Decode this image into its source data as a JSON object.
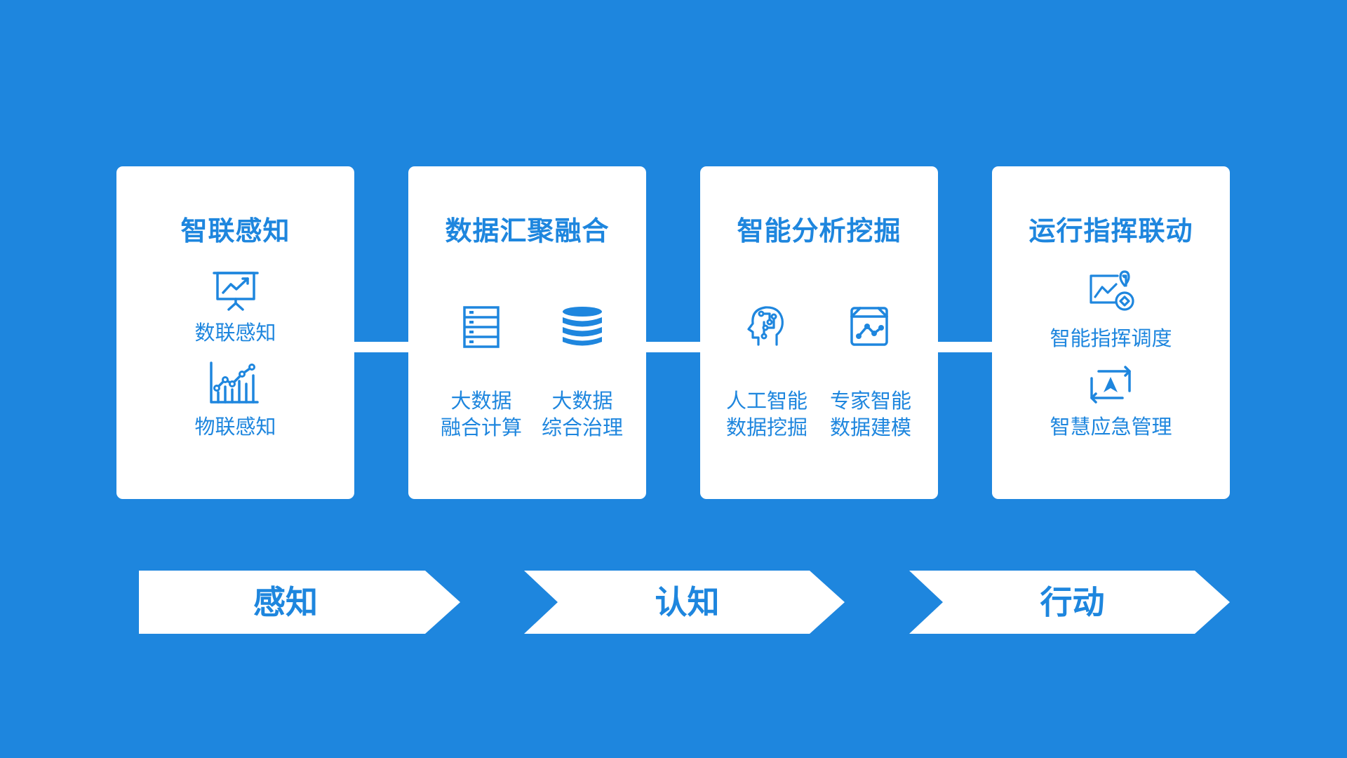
{
  "stages": [
    {
      "title": "智联感知",
      "items": [
        {
          "icon": "presentation-chart-icon",
          "label": "数联感知"
        },
        {
          "icon": "bar-line-chart-icon",
          "label": "物联感知"
        }
      ]
    },
    {
      "title": "数据汇聚融合",
      "items": [
        {
          "icon": "server-rack-icon",
          "label": "大数据\n融合计算"
        },
        {
          "icon": "database-icon",
          "label": "大数据\n综合治理"
        }
      ]
    },
    {
      "title": "智能分析挖掘",
      "items": [
        {
          "icon": "ai-head-icon",
          "label": "人工智能\n数据挖掘"
        },
        {
          "icon": "expert-model-icon",
          "label": "专家智能\n数据建模"
        }
      ]
    },
    {
      "title": "运行指挥联动",
      "items": [
        {
          "icon": "command-map-icon",
          "label": "智能指挥调度"
        },
        {
          "icon": "emergency-cycle-icon",
          "label": "智慧应急管理"
        }
      ]
    }
  ],
  "phases": [
    "感知",
    "认知",
    "行动"
  ],
  "colors": {
    "background": "#1e86de",
    "card": "#ffffff",
    "accent": "#1e86de"
  }
}
